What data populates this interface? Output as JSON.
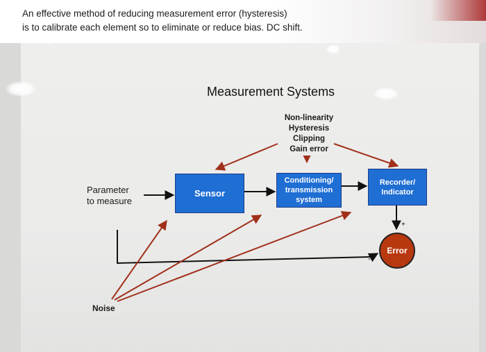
{
  "caption": {
    "line1": "An effective method of reducing measurement error (hysteresis)",
    "line2": "is to calibrate each element so to eliminate or reduce bias. DC shift."
  },
  "diagram": {
    "title": "Measurement Systems",
    "nonidealities": [
      "Non-linearity",
      "Hysteresis",
      "Clipping",
      "Gain error"
    ],
    "input_label": [
      "Parameter",
      "to measure"
    ],
    "sensor": "Sensor",
    "conditioning": [
      "Conditioning/",
      "transmission",
      "system"
    ],
    "recorder": [
      "Recorder/",
      "Indicator"
    ],
    "error": "Error",
    "noise": "Noise"
  },
  "colors": {
    "block_fill": "#1f6ed4",
    "error_fill": "#b8380f",
    "arrow_red": "#a0301a",
    "arrow_black": "#111111"
  }
}
